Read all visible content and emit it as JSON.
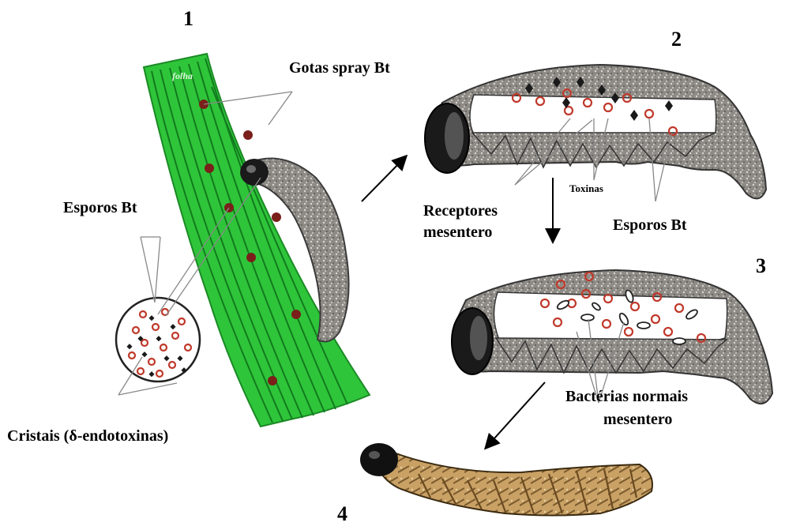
{
  "steps": {
    "step1": "1",
    "step2": "2",
    "step3": "3",
    "step4": "4"
  },
  "labels": {
    "leaf": "folha",
    "spray_drops": "Gotas spray Bt",
    "spores_left": "Esporos Bt",
    "crystals": "Cristais (δ-endotoxinas)",
    "toxins": "Toxinas",
    "receptors_line1": "Receptores",
    "receptors_line2": "mesentero",
    "spores_right": "Esporos Bt",
    "bacteria_line1": "Bactérias normais",
    "bacteria_line2": "mesentero"
  },
  "colors": {
    "leaf": "#2fc53a",
    "leaf_vein": "#127a1e",
    "larva_body": "#8e8b86",
    "larva_head": "#1a1a1a",
    "spray_drop": "#7a1f1a",
    "spore_ring": "#c0392b",
    "dead_larva": "#c9a165"
  }
}
